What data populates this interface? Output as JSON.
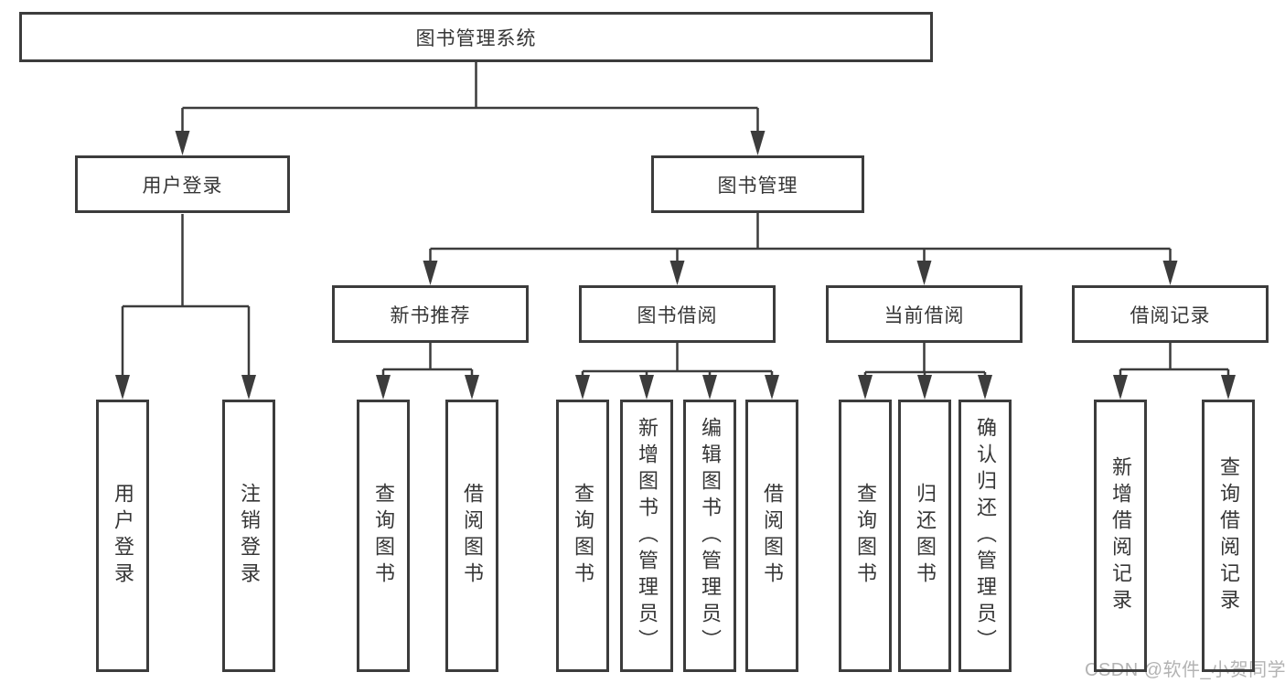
{
  "tree": {
    "label": "图书管理系统",
    "children": [
      {
        "label": "用户登录",
        "children": [
          {
            "label": "用户登录"
          },
          {
            "label": "注销登录"
          }
        ]
      },
      {
        "label": "图书管理",
        "children": [
          {
            "label": "新书推荐",
            "children": [
              {
                "label": "查询图书"
              },
              {
                "label": "借阅图书"
              }
            ]
          },
          {
            "label": "图书借阅",
            "children": [
              {
                "label": "查询图书"
              },
              {
                "label": "新增图书（管理员）"
              },
              {
                "label": "编辑图书（管理员）"
              },
              {
                "label": "借阅图书"
              }
            ]
          },
          {
            "label": "当前借阅",
            "children": [
              {
                "label": "查询图书"
              },
              {
                "label": "归还图书"
              },
              {
                "label": "确认归还（管理员）"
              }
            ]
          },
          {
            "label": "借阅记录",
            "children": [
              {
                "label": "新增借阅记录"
              },
              {
                "label": "查询借阅记录"
              }
            ]
          }
        ]
      }
    ]
  },
  "watermark": "CSDN @软件_小贺同学",
  "colors": {
    "line": "#3c3c3c",
    "text": "#363636",
    "watermark": "#b3b3b3",
    "background": "#ffffff"
  }
}
